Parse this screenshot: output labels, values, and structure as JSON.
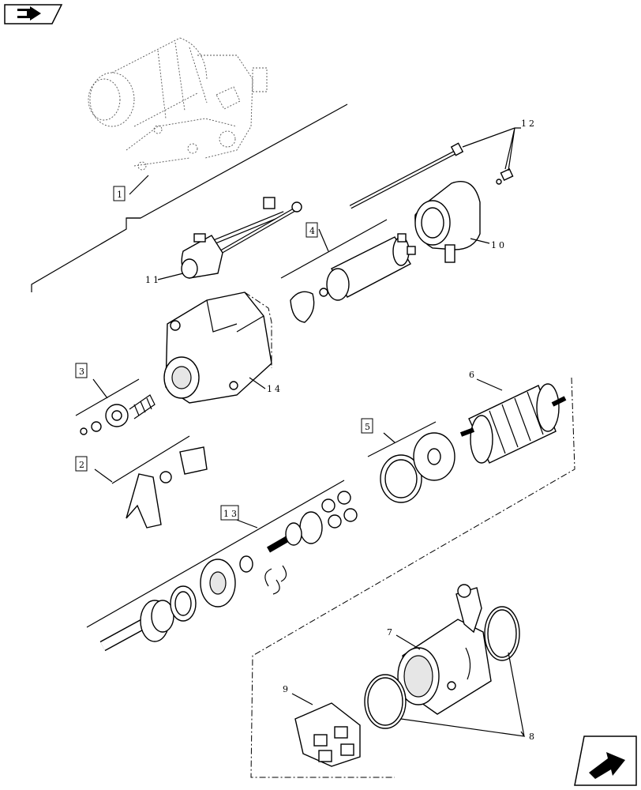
{
  "icons": {
    "top_left": "back-arrow-icon",
    "bottom_right": "forward-arrow-icon"
  },
  "callouts": {
    "c1": "1",
    "c2": "2",
    "c3": "3",
    "c4": "4",
    "c5": "5",
    "c6": "6",
    "c7": "7",
    "c8": "8",
    "c9": "9",
    "c10": "10",
    "c11": "11",
    "c12": "12",
    "c13": "13",
    "c14": "14"
  }
}
